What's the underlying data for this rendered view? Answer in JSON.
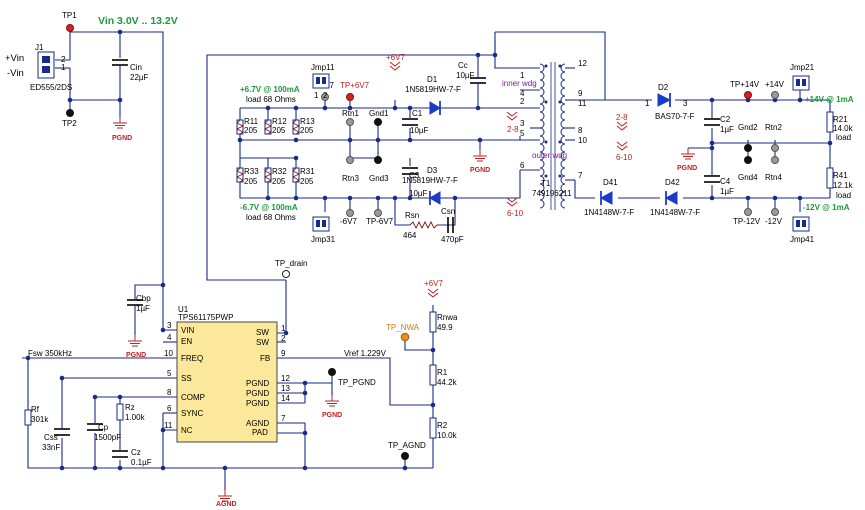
{
  "vin_title": "Vin 3.0V .. 13.2V",
  "test_points": {
    "tp1": "TP1",
    "tp2": "TP2",
    "tp_drain": "TP_drain",
    "tp_pgnd": "TP_PGND",
    "tp_nwa": "TP_NWA",
    "tp_agnd": "TP_AGND",
    "tp_p6v7": "TP+6V7",
    "tp_m6v7": "TP-6V7",
    "tp_p14v": "TP+14V",
    "tp_m12v": "TP-12V",
    "p6v7": "+6V7",
    "m6v7": "-6V7",
    "p14v": "+14V",
    "m12v": "-12V",
    "rtn1": "Rtn1",
    "gnd1": "Gnd1",
    "rtn3": "Rtn3",
    "gnd3": "Gnd3",
    "gnd2": "Gnd2",
    "rtn2": "Rtn2",
    "gnd4": "Gnd4",
    "rtn4": "Rtn4"
  },
  "connector": {
    "ref": "J1",
    "part": "ED555/2DS",
    "pin2": "2",
    "pin1": "1",
    "plus_label": "+Vin",
    "minus_label": "-Vin"
  },
  "jumpers": {
    "jmp11": "Jmp11",
    "jmp31": "Jmp31",
    "jmp21": "Jmp21",
    "jmp41": "Jmp41",
    "pin_a": "1",
    "pin_b": "2"
  },
  "rails": {
    "p6v7_load": "+6.7V @ 100mA",
    "p6v7_load_sub": "load 68 Ohms",
    "m6v7_load": "-6.7V @ 100mA",
    "m6v7_load_sub": "load 68 Ohms",
    "p14v_load": "+14V @ 1mA",
    "m12v_load": "-12V @ 1mA",
    "net_p6v7": "+6V7",
    "net_28": "2-8",
    "net_610": "6-10",
    "pgnd": "PGND",
    "agnd": "AGND"
  },
  "resistors": {
    "r11": "R11",
    "r12": "R12",
    "r13": "R13",
    "r33": "R33",
    "r32": "R32",
    "r31": "R31",
    "v205": "205",
    "rsn": "Rsn",
    "rsn_v": "464",
    "r21": "R21",
    "r21_v": "14.0k",
    "r21_load": "load",
    "r41": "R41",
    "r41_v": "12.1k",
    "r41_load": "load",
    "rnwa": "Rnwa",
    "rnwa_v": "49.9",
    "r1": "R1",
    "r1_v": "44.2k",
    "r2": "R2",
    "r2_v": "10.0k",
    "rf": "Rf",
    "rf_v": "301k",
    "rz": "Rz",
    "rz_v": "1.00k"
  },
  "capacitors": {
    "cin": "Cin",
    "cin_v": "22µF",
    "cc": "Cc",
    "cc_v": "10µF",
    "c1": "C1",
    "c1_v": "10µF",
    "c3": "C3",
    "c3_v": "10µF",
    "csn": "Csn",
    "csn_v": "470pF",
    "c2": "C2",
    "c2_v": "1µF",
    "c4": "C4",
    "c4_v": "1µF",
    "cbp": "Cbp",
    "cbp_v": "1µF",
    "css": "Css",
    "css_v": "33nF",
    "cp": "Cp",
    "cp_v": "1500pF",
    "cz": "Cz",
    "cz_v": "0.1µF"
  },
  "diodes": {
    "d1": "D1",
    "d1_part": "1N5819HW-7-F",
    "d3": "D3",
    "d3_part": "1N5819HW-7-F",
    "d2": "D2",
    "d2_part": "BAS70-7-F",
    "d41": "D41",
    "d41_part": "1N4148W-7-F",
    "d42": "D42",
    "d42_part": "1N4148W-7-F",
    "pin1": "1",
    "pin3": "3"
  },
  "transformer": {
    "ref": "T1",
    "part": "749196211",
    "inner": "inner wdg",
    "outer": "outer wdg",
    "pins": [
      "12",
      "1",
      "2",
      "9",
      "11",
      "4",
      "3",
      "5",
      "8",
      "10",
      "6",
      "7"
    ]
  },
  "ic": {
    "ref": "U1",
    "part": "TPS61175PWP",
    "left_pins": [
      {
        "num": "3",
        "name": "VIN"
      },
      {
        "num": "4",
        "name": "EN"
      },
      {
        "num": "10",
        "name": "FREQ"
      },
      {
        "num": "5",
        "name": "SS"
      },
      {
        "num": "8",
        "name": "COMP"
      },
      {
        "num": "6",
        "name": "SYNC"
      },
      {
        "num": "11",
        "name": "NC"
      }
    ],
    "right_pins": [
      {
        "num": "1",
        "name": "SW"
      },
      {
        "num": "2",
        "name": "SW"
      },
      {
        "num": "9",
        "name": "FB"
      },
      {
        "num": "12",
        "name": "PGND"
      },
      {
        "num": "13",
        "name": "PGND"
      },
      {
        "num": "14",
        "name": "PGND"
      },
      {
        "num": "7",
        "name": "AGND"
      },
      {
        "num": "",
        "name": "PAD"
      }
    ]
  },
  "annotations": {
    "fsw": "Fsw 350kHz",
    "vref": "Vref 1.229V"
  }
}
